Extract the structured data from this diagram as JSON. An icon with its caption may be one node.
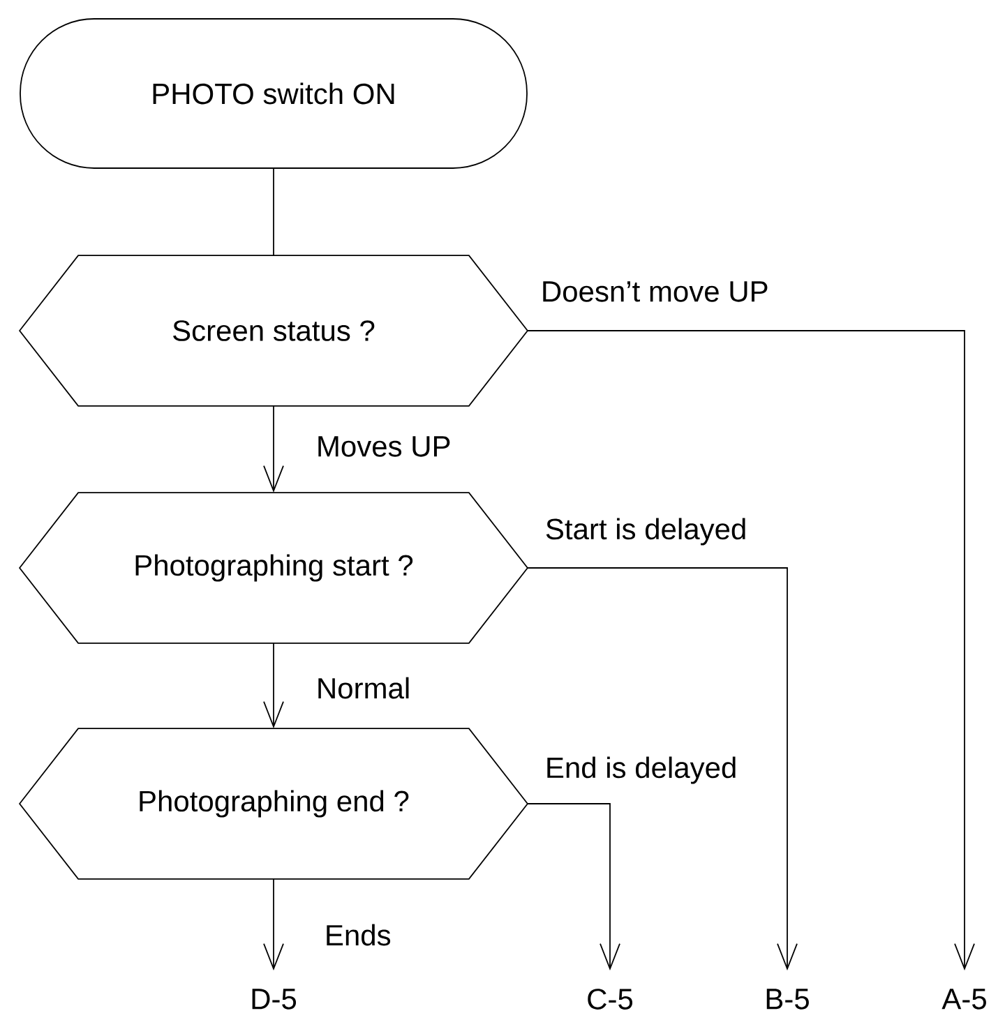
{
  "diagram": {
    "nodes": [
      {
        "text": [
          "PHOTO switch ON"
        ]
      },
      {
        "text": [
          "Screen status ?"
        ]
      },
      {
        "text": [
          "Photographing start ?"
        ]
      },
      {
        "text": [
          "Photographing end ?"
        ]
      },
      {
        "text": [
          "D-5"
        ]
      },
      {
        "text": [
          "C-5"
        ]
      },
      {
        "text": [
          "B-5"
        ]
      },
      {
        "text": [
          "A-5"
        ]
      }
    ],
    "edges": [
      {
        "from": 0,
        "to": 1,
        "arrow": "none"
      },
      {
        "from": 1,
        "to": 7,
        "arrow": "to",
        "label": "Doesn’t move UP"
      },
      {
        "from": 1,
        "to": 2,
        "arrow": "to",
        "label": "Moves UP"
      },
      {
        "from": 2,
        "to": 6,
        "arrow": "to",
        "label": "Start is delayed"
      },
      {
        "from": 2,
        "to": 3,
        "arrow": "to",
        "label": "Normal"
      },
      {
        "from": 3,
        "to": 5,
        "arrow": "to",
        "label": "End is delayed"
      },
      {
        "from": 3,
        "to": 4,
        "arrow": "to",
        "label": "Ends"
      }
    ]
  }
}
